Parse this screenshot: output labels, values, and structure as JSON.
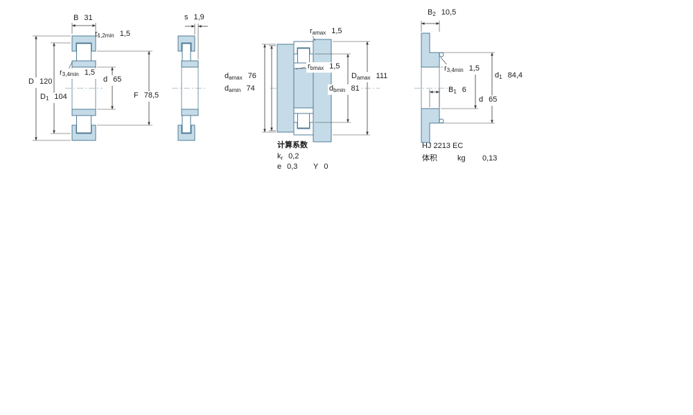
{
  "colors": {
    "page-bg": "#ffffff",
    "part-fill": "#c5dce8",
    "part-outline": "#4f7a94",
    "dim": "#3a3a3a",
    "text": "#1a1a1a",
    "centerline": "#9fb0ba"
  },
  "labels": {
    "B": {
      "b": "B",
      "s": "",
      "v": "31"
    },
    "r12": {
      "b": "r",
      "s": "1,2min",
      "v": "1,5"
    },
    "D": {
      "b": "D",
      "s": "",
      "v": "120"
    },
    "D1": {
      "b": "D",
      "s": "1",
      "v": "104"
    },
    "r34": {
      "b": "r",
      "s": "3,4min",
      "v": "1,5"
    },
    "d": {
      "b": "d",
      "s": "",
      "v": "65"
    },
    "F": {
      "b": "F",
      "s": "",
      "v": "78,5"
    },
    "s": {
      "b": "s",
      "s": "",
      "v": "1,9"
    },
    "ra": {
      "b": "r",
      "s": "amax",
      "v": "1,5"
    },
    "rb": {
      "b": "r",
      "s": "bmax",
      "v": "1,5"
    },
    "damax": {
      "b": "d",
      "s": "amax",
      "v": "76"
    },
    "damin": {
      "b": "d",
      "s": "amin",
      "v": "74"
    },
    "Damax": {
      "b": "D",
      "s": "amax",
      "v": "111"
    },
    "dbmin": {
      "b": "d",
      "s": "bmin",
      "v": "81"
    },
    "B2": {
      "b": "B",
      "s": "2",
      "v": "10,5"
    },
    "r34hj": {
      "b": "r",
      "s": "3,4min",
      "v": "1,5"
    },
    "d1": {
      "b": "d",
      "s": "1",
      "v": "84,4"
    },
    "B1": {
      "b": "B",
      "s": "1",
      "v": "6"
    },
    "dhj": {
      "b": "d",
      "s": "",
      "v": "65"
    }
  },
  "factors": {
    "title": "计算系数",
    "kr": {
      "b": "k",
      "s": "r",
      "v": "0,2"
    },
    "e": {
      "b": "e",
      "s": "",
      "v": "0,3"
    },
    "Y": {
      "b": "Y",
      "s": "",
      "v": "0"
    }
  },
  "hj": {
    "designation": "HJ 2213 EC",
    "mass_label": "体积",
    "mass_unit": "kg",
    "mass_value": "0,13"
  }
}
